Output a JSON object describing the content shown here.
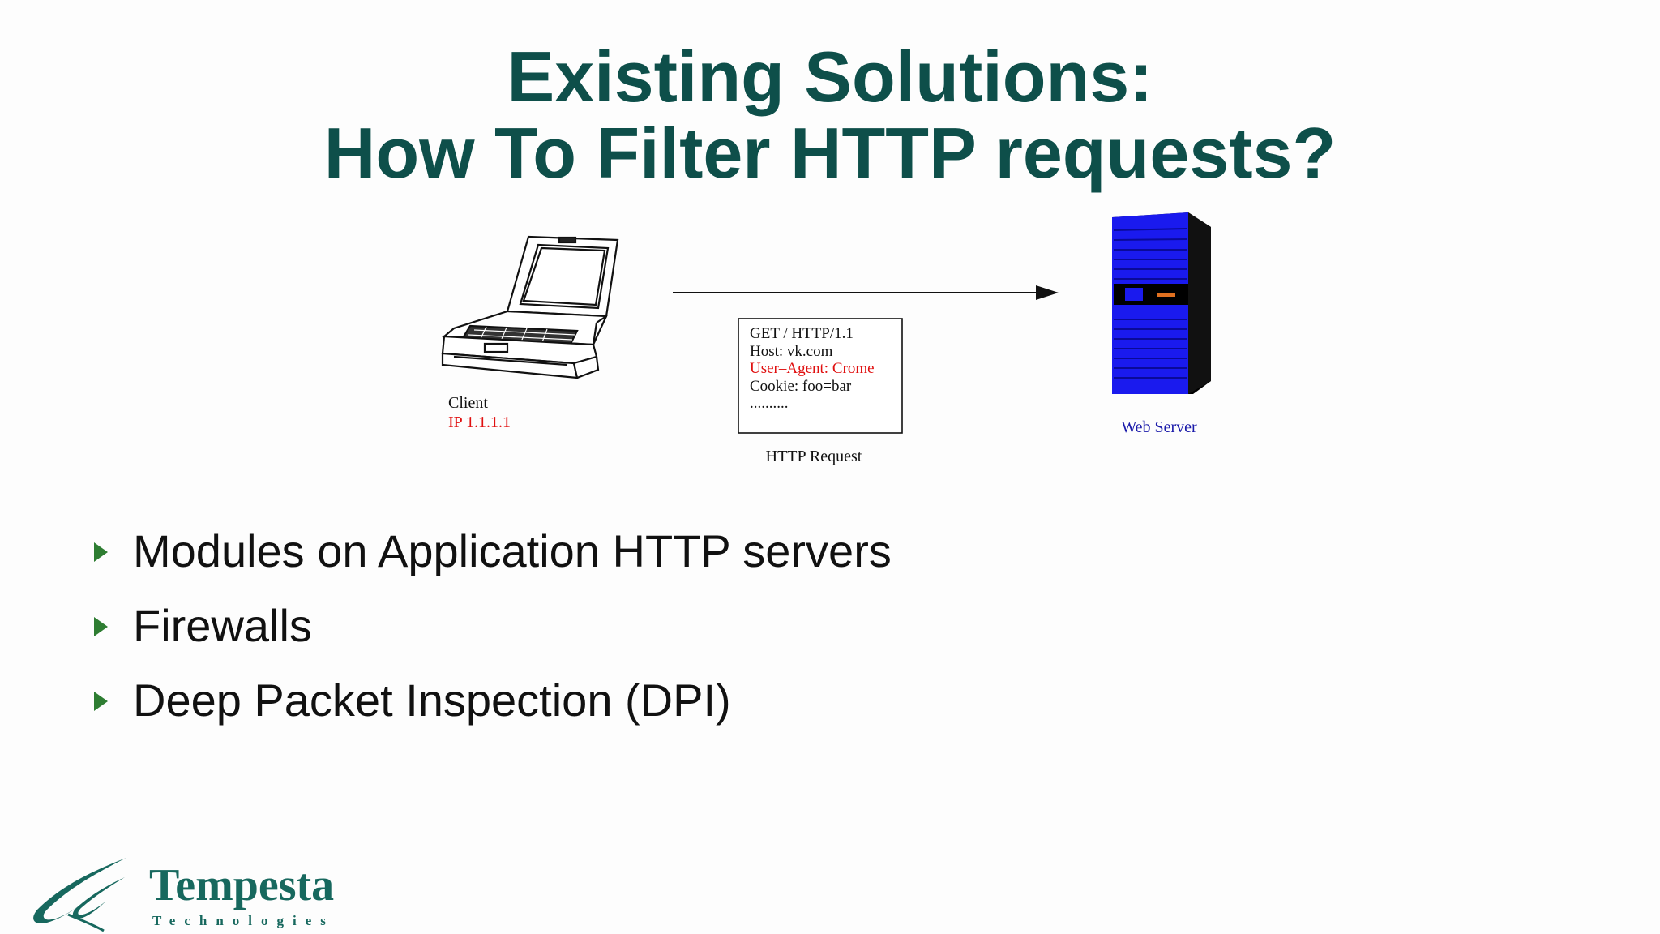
{
  "slide": {
    "title_line1": "Existing Solutions:",
    "title_line2": "How To Filter HTTP requests?"
  },
  "diagram": {
    "client": {
      "label": "Client",
      "ip": "IP 1.1.1.1"
    },
    "request": {
      "lines": [
        "GET / HTTP/1.1",
        "Host: vk.com",
        "User–Agent: Crome",
        "Cookie: foo=bar",
        ".........."
      ],
      "highlight_color": "#e01010",
      "caption": "HTTP Request"
    },
    "server": {
      "label": "Web Server",
      "color": "#1a1aee"
    }
  },
  "bullets": [
    "Modules on Application HTTP servers",
    "Firewalls",
    "Deep Packet Inspection (DPI)"
  ],
  "colors": {
    "title": "#0e4f4a",
    "bullet_marker": "#2e7d32",
    "logo": "#17685e"
  },
  "logo": {
    "name": "Tempesta",
    "subtitle": "Technologies"
  }
}
